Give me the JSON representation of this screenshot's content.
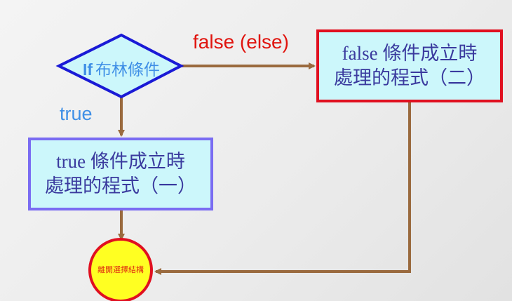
{
  "diagram": {
    "decision": {
      "prefix": "If",
      "text": "布林條件"
    },
    "false_branch": {
      "label": "false (else)",
      "box_line1": "false 條件成立時",
      "box_line2": "處理的程式（二）"
    },
    "true_branch": {
      "label": "true",
      "box_line1": "true 條件成立時",
      "box_line2": "處理的程式（一）"
    },
    "end_node": {
      "text": "離開選擇結構"
    },
    "colors": {
      "arrow": "#9a6a3e",
      "decision_border": "#1a1ad6",
      "decision_fill": "#ccf7fb",
      "false_box_border": "#e01020",
      "true_box_border": "#7a6cf2",
      "box_fill": "#ccf7fb",
      "end_fill": "#ffff22",
      "end_border": "#e01020",
      "false_label": "#e0140e",
      "true_label": "#3f8fe6"
    }
  }
}
